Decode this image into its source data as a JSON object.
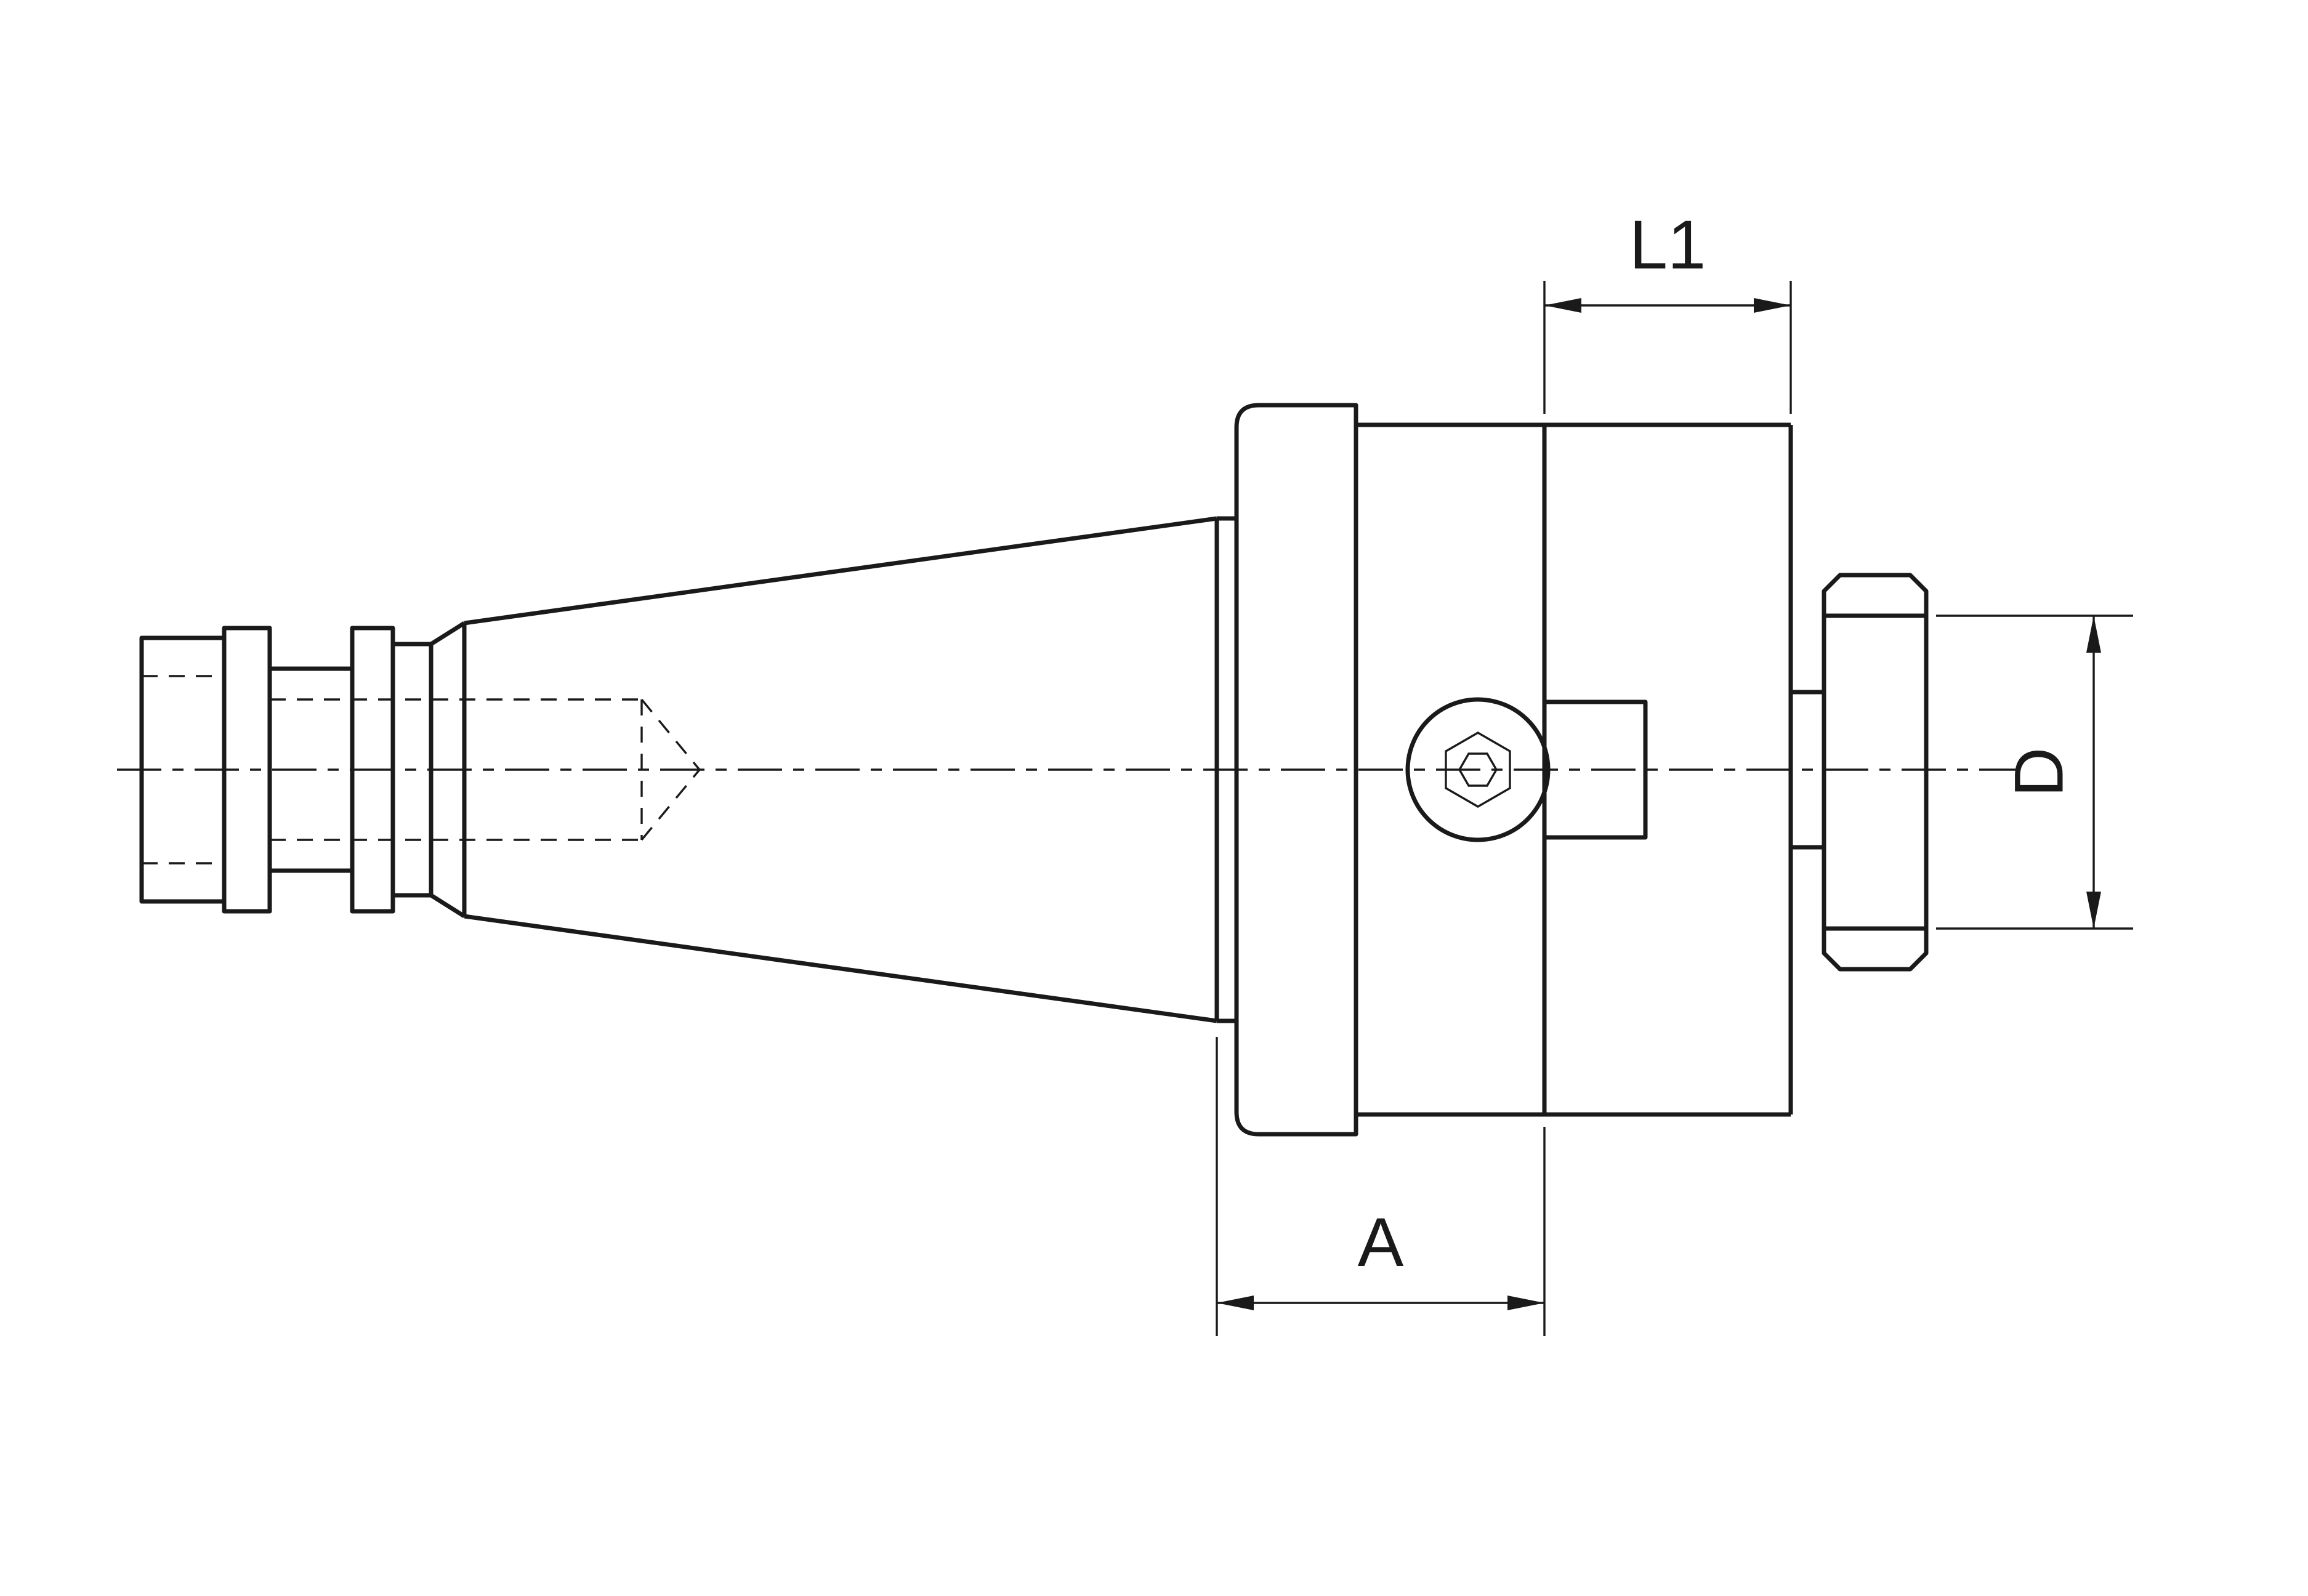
{
  "colors": {
    "line": "#1a1a1a",
    "background": "#ffffff"
  },
  "dimensions": {
    "l1": {
      "label": "L1"
    },
    "a": {
      "label": "A"
    },
    "d": {
      "label": "D"
    }
  }
}
